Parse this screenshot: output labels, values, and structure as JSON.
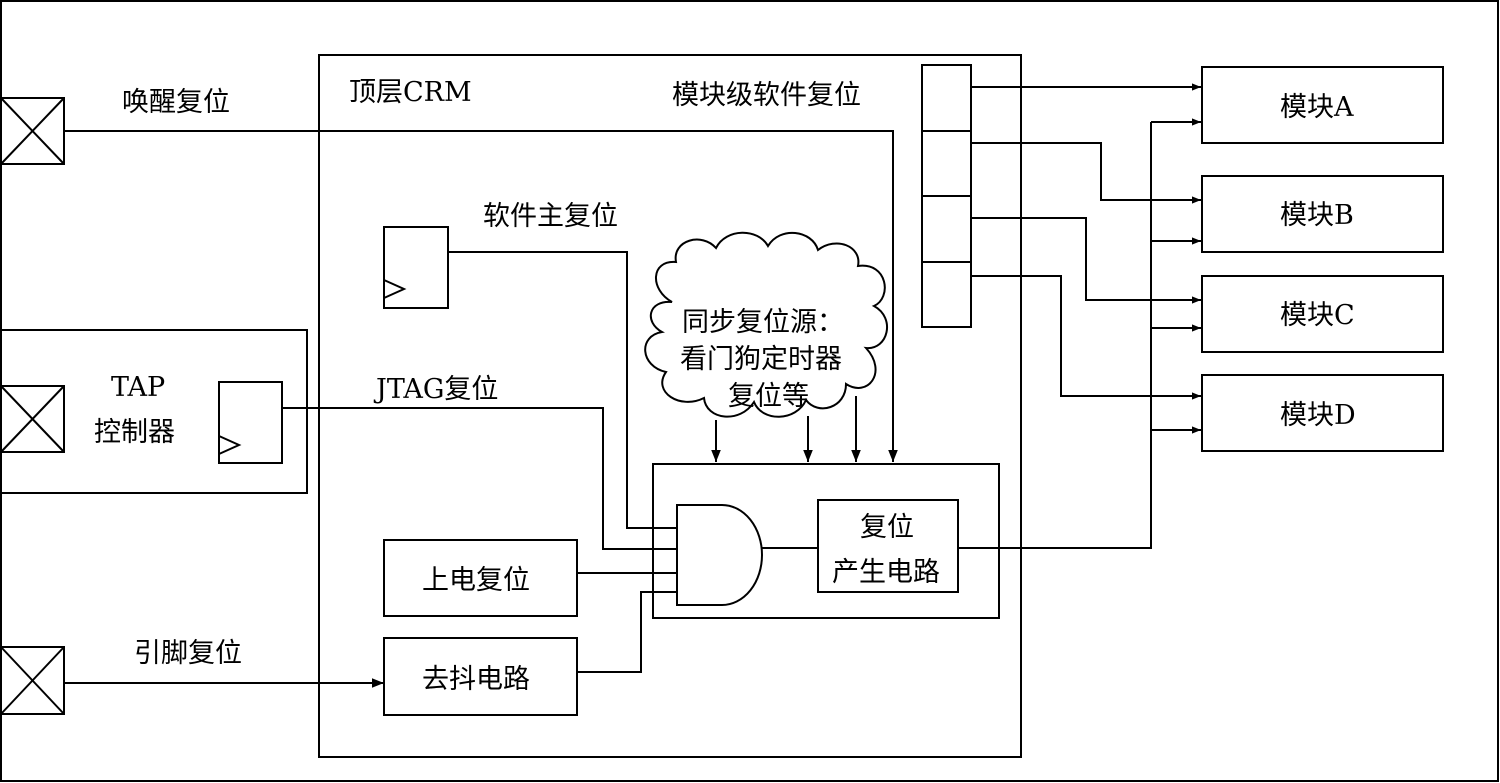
{
  "colors": {
    "line": "#000000",
    "background": "#ffffff"
  },
  "labels": {
    "wake_reset": "唤醒复位",
    "top_crm": "顶层CRM",
    "module_sw_reset": "模块级软件复位",
    "sw_master_reset": "软件主复位",
    "sync_reset_line1": "同步复位源：",
    "sync_reset_line2": "看门狗定时器",
    "sync_reset_line3": "复位等",
    "tap_line1": "TAP",
    "tap_line2": "控制器",
    "jtag_reset": "JTAG复位",
    "power_on_reset": "上电复位",
    "pin_reset": "引脚复位",
    "debounce": "去抖电路",
    "reset_gen_line1": "复位",
    "reset_gen_line2": "产生电路",
    "module_a": "模块A",
    "module_b": "模块B",
    "module_c": "模块C",
    "module_d": "模块D"
  },
  "icons": {
    "pad": "pad-cross-icon",
    "flipflop": "flipflop-clock-icon",
    "and_gate": "and-gate-icon",
    "cloud": "cloud-icon"
  }
}
